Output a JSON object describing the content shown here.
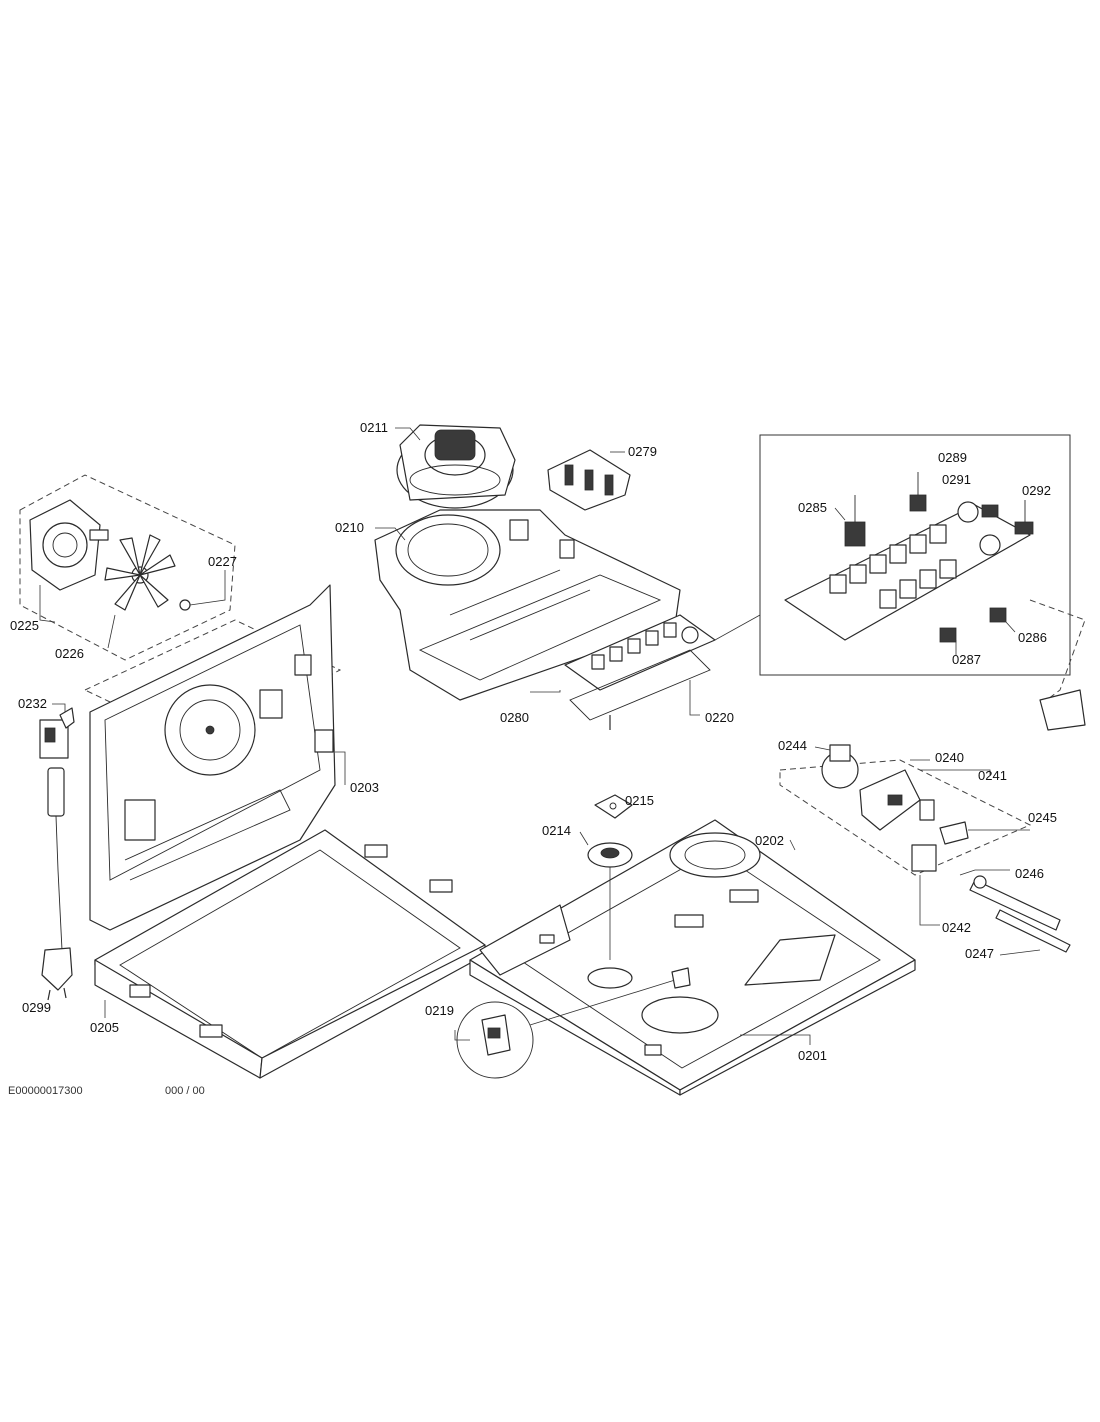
{
  "labels": {
    "p0201": "0201",
    "p0202": "0202",
    "p0203": "0203",
    "p0205": "0205",
    "p0210": "0210",
    "p0211": "0211",
    "p0214": "0214",
    "p0215": "0215",
    "p0219": "0219",
    "p0220": "0220",
    "p0225": "0225",
    "p0226": "0226",
    "p0227": "0227",
    "p0232": "0232",
    "p0240": "0240",
    "p0241": "0241",
    "p0242": "0242",
    "p0244": "0244",
    "p0245": "0245",
    "p0246": "0246",
    "p0247": "0247",
    "p0279": "0279",
    "p0280": "0280",
    "p0285": "0285",
    "p0286": "0286",
    "p0287": "0287",
    "p0289": "0289",
    "p0291": "0291",
    "p0292": "0292",
    "p0299": "0299"
  },
  "footer": {
    "code": "E00000017300",
    "page": "000 / 00"
  }
}
